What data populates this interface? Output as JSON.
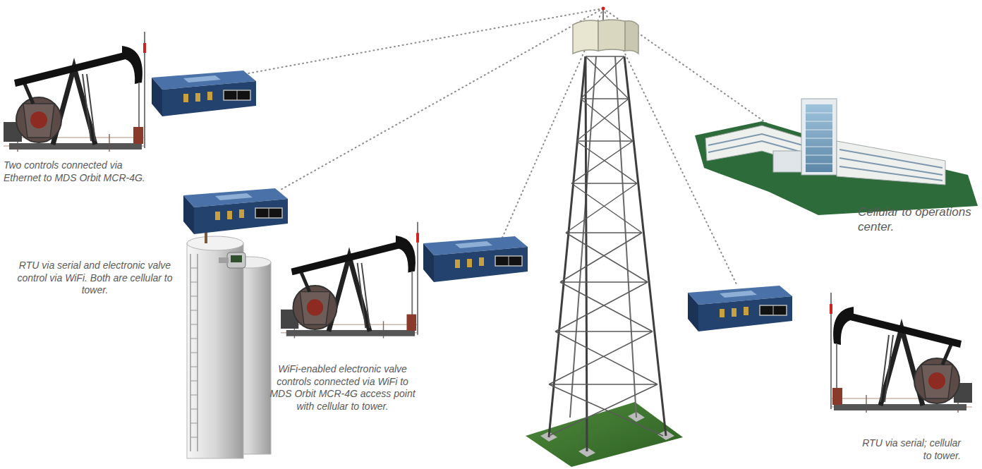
{
  "diagram": {
    "labels": [
      "Two controls connected via Ethernet to MDS Orbit MCR-4G.",
      "RTU via serial and electronic valve control via WiFi. Both are cellular to tower.",
      "WiFi-enabled electronic valve controls connected via WiFi to MDS Orbit MCR-4G access point with cellular to tower.",
      "Cellular to operations center.",
      "RTU via serial; cellular to tower."
    ]
  }
}
